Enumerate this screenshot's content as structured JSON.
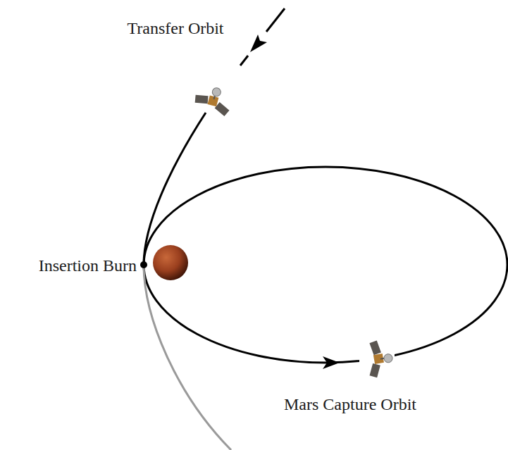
{
  "diagram": {
    "labels": [
      "Transfer Orbit",
      "Insertion Burn",
      "Mars Capture Orbit"
    ]
  }
}
